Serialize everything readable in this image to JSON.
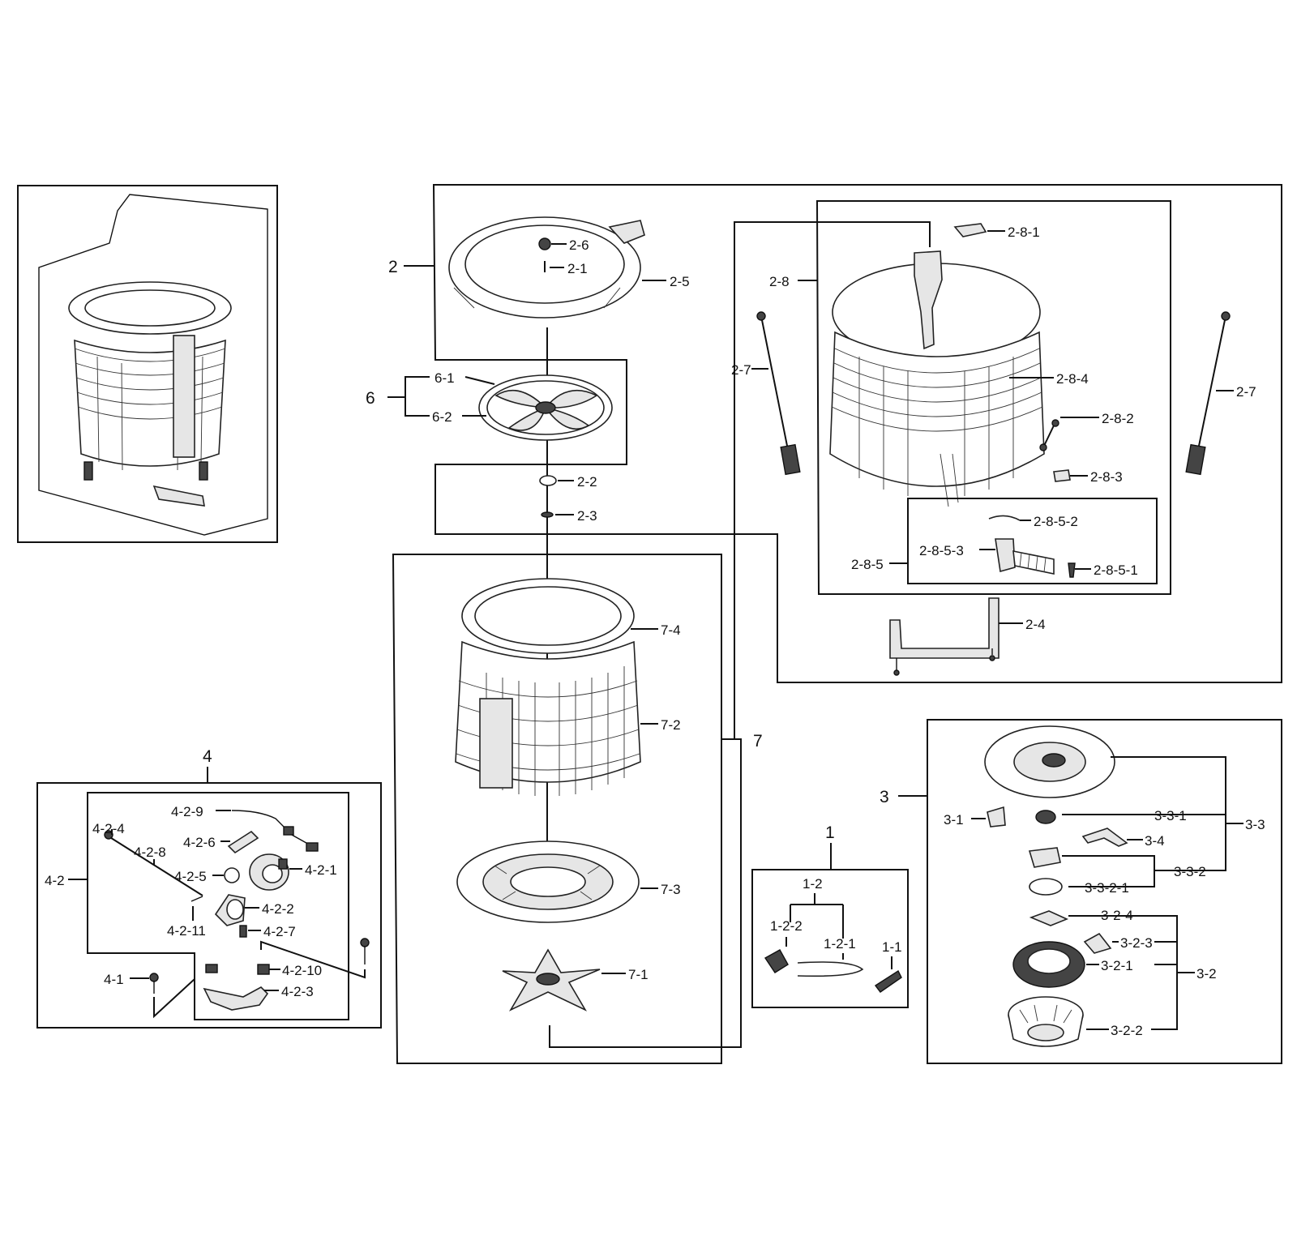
{
  "labels": {
    "a_2": "2",
    "a_2_6": "2-6",
    "a_2_1": "2-1",
    "a_2_5": "2-5",
    "a_6": "6",
    "a_6_1": "6-1",
    "a_6_2": "6-2",
    "a_2_2": "2-2",
    "a_2_3": "2-3",
    "a_7_4": "7-4",
    "a_7_2": "7-2",
    "a_7": "7",
    "a_7_3": "7-3",
    "a_7_1": "7-1",
    "a_2_8_1": "2-8-1",
    "a_2_8": "2-8",
    "a_2_7_l": "2-7",
    "a_2_7_r": "2-7",
    "a_2_8_4": "2-8-4",
    "a_2_8_2": "2-8-2",
    "a_2_8_3": "2-8-3",
    "a_2_8_5_2": "2-8-5-2",
    "a_2_8_5_3": "2-8-5-3",
    "a_2_8_5": "2-8-5",
    "a_2_8_5_1": "2-8-5-1",
    "a_2_4": "2-4",
    "a_4": "4",
    "a_4_2_9": "4-2-9",
    "a_4_2_4": "4-2-4",
    "a_4_2_6": "4-2-6",
    "a_4_2_8": "4-2-8",
    "a_4_2_1": "4-2-1",
    "a_4_2": "4-2",
    "a_4_2_5": "4-2-5",
    "a_4_2_2": "4-2-2",
    "a_4_2_11": "4-2-11",
    "a_4_2_7": "4-2-7",
    "a_4_1": "4-1",
    "a_4_2_10": "4-2-10",
    "a_4_2_3": "4-2-3",
    "a_1": "1",
    "a_1_2": "1-2",
    "a_1_2_2": "1-2-2",
    "a_1_2_1": "1-2-1",
    "a_1_1": "1-1",
    "a_3": "3",
    "a_3_1": "3-1",
    "a_3_3_1": "3-3-1",
    "a_3_3": "3-3",
    "a_3_4": "3-4",
    "a_3_3_2": "3-3-2",
    "a_3_3_2_1": "3-3-2-1",
    "a_3_2_4": "3-2-4",
    "a_3_2_3": "3-2-3",
    "a_3_2_1": "3-2-1",
    "a_3_2": "3-2",
    "a_3_2_2": "3-2-2"
  }
}
